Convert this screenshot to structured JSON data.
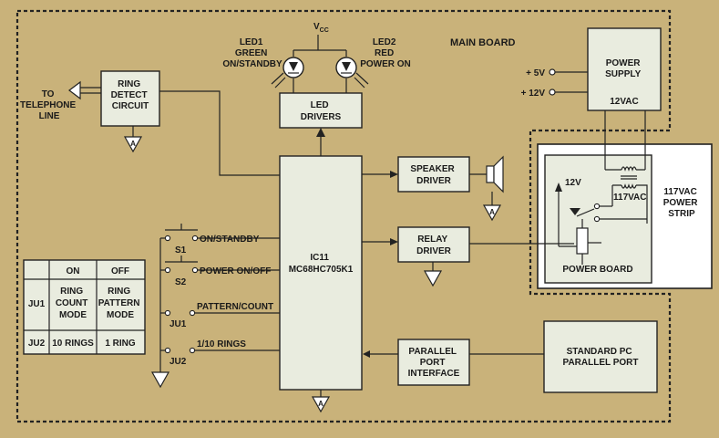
{
  "main_board": {
    "label": "MAIN BOARD"
  },
  "vcc": {
    "label": "V",
    "sub": "CC"
  },
  "led1": {
    "line1": "LED1",
    "line2": "GREEN",
    "line3": "ON/STANDBY"
  },
  "led2": {
    "line1": "LED2",
    "line2": "RED",
    "line3": "POWER ON"
  },
  "led_drivers": {
    "line1": "LED",
    "line2": "DRIVERS"
  },
  "ring_detect": {
    "line1": "RING",
    "line2": "DETECT",
    "line3": "CIRCUIT"
  },
  "telephone": {
    "line1": "TO",
    "line2": "TELEPHONE",
    "line3": "LINE"
  },
  "power_supply": {
    "line1": "POWER",
    "line2": "SUPPLY",
    "line3": "12VAC"
  },
  "rails": {
    "v5": "+ 5V",
    "v12": "+ 12V"
  },
  "speaker_driver": {
    "line1": "SPEAKER",
    "line2": "DRIVER"
  },
  "relay_driver": {
    "line1": "RELAY",
    "line2": "DRIVER"
  },
  "mcu": {
    "line1": "IC11",
    "line2": "MC68HC705K1"
  },
  "parallel_interface": {
    "line1": "PARALLEL",
    "line2": "PORT",
    "line3": "INTERFACE"
  },
  "pc_port": {
    "line1": "STANDARD PC",
    "line2": "PARALLEL PORT"
  },
  "power_board": {
    "label": "POWER BOARD",
    "v12": "12V",
    "vac": "117VAC"
  },
  "power_strip": {
    "line1": "117VAC",
    "line2": "POWER",
    "line3": "STRIP"
  },
  "switches": {
    "s1": {
      "label": "S1",
      "signal": "ON/STANDBY"
    },
    "s2": {
      "label": "S2",
      "signal": "POWER ON/OFF"
    },
    "ju1": {
      "label": "JU1",
      "signal": "PATTERN/COUNT"
    },
    "ju2": {
      "label": "JU2",
      "signal": "1/10 RINGS"
    }
  },
  "ground_symbol": "A",
  "jumper_table": {
    "headers": [
      "",
      "ON",
      "OFF"
    ],
    "rows": [
      {
        "name": "JU1",
        "on": [
          "RING",
          "COUNT",
          "MODE"
        ],
        "off": [
          "RING",
          "PATTERN",
          "MODE"
        ]
      },
      {
        "name": "JU2",
        "on": [
          "10 RINGS"
        ],
        "off": [
          "1 RING"
        ]
      }
    ]
  },
  "colors": {
    "background": "#c9b27a",
    "board": "#ffffff",
    "block": "#e9ecdf",
    "ink": "#1a1a1a"
  }
}
